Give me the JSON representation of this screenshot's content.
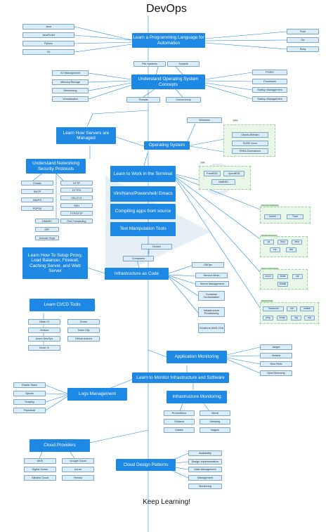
{
  "title": "DevOps",
  "footer": "Keep Learning!",
  "main": {
    "programming": "Learn a Programming Language for Automation",
    "os_concepts": "Understand Operating System Concepts",
    "servers": "Learn How Servers are Managed",
    "operating_system": "Operating System",
    "networking": "Understand Networking Security Protocols",
    "terminal": "Learn to Work in the Terminal",
    "editors": "Vim/Nano/Powershell/ Emacs",
    "compiling": "Compiling apps from source",
    "text_tools": "Text Manipulation Tools",
    "proxy": "Learn How To Setup Proxy, Load Balancer, Firewall, Caching Server, and Web Server",
    "iac": "Infrastructure as Code",
    "cicd": "Learn CI/CD Tools",
    "app_monitoring": "Application Monitoring",
    "monitor_infra": "Learn to Monitor Infrastructure and Software",
    "logs": "Logs Management",
    "infra_monitoring": "Infrastructure Monitoring",
    "cloud_providers": "Cloud Providers",
    "design_patterns": "Cloud Design Patterns"
  },
  "lists": {
    "langs_left": [
      "Java",
      "JavaScript",
      "Python",
      "C#"
    ],
    "langs_right": [
      "Rust",
      "Go",
      "Ruby"
    ],
    "os_top": [
      "File Systems",
      "Sockets"
    ],
    "os_left": [
      "I/O Management",
      "Memory/Storage",
      "Networking",
      "Virtualization"
    ],
    "os_right": [
      "POSIX",
      "Processes",
      "Startup Management",
      "Startup Management"
    ],
    "os_bottom": [
      "Threads",
      "Concurrency"
    ],
    "windows": "Windows",
    "linux_group": "Linux",
    "linux": [
      "Ubuntu/Debian",
      "SUSE Linux",
      "RHEL/Derivatives"
    ],
    "unix_group": "Unix",
    "unix": [
      "FreeBSD",
      "OpenBSD",
      "NetBSD"
    ],
    "net_left": [
      "Emails",
      "SMTP",
      "IMAPS",
      "POP3S"
    ],
    "net_right": [
      "HTTP",
      "HTTPS",
      "SSL/TLS",
      "SSH",
      "FTP/SFTP",
      "Port Forwarding"
    ],
    "net_bottom": [
      "DMARC",
      "SPF",
      "Domain Keys"
    ],
    "docker": "Docker",
    "containers": "Containers",
    "iac_items": [
      "GitOps",
      "Service Mesh",
      "Secret Management",
      "Container Orchestration",
      "Infrastructure Provisioning",
      "Terraform AWS CDK"
    ],
    "cicd_items": [
      "Gitlab CI",
      "Drone",
      "Jenkins",
      "Team City",
      "Azure DevOps",
      "Github Actions",
      "Circle CI"
    ],
    "terminal_mult_group": "Terminal multiplexers",
    "terminal_mult": [
      "screen",
      "Tmux"
    ],
    "process_group": "Process Monitoring",
    "process": [
      "ps",
      "htop",
      "atop",
      "top",
      "lsof"
    ],
    "perf_group": "System Performance",
    "perf": [
      "nmon",
      "iostat",
      "sar",
      "vmstat"
    ],
    "network_group": "Network Tools",
    "network": [
      "Traceroute",
      "mtr",
      "netstat",
      "ping",
      "nmap",
      "dig",
      "scp"
    ],
    "app_mon": [
      "Jaeger",
      "Instana",
      "New Relic",
      "OpenTelemetry"
    ],
    "logs_items": [
      "Elastic Stack",
      "Splunk",
      "Graylog",
      "Papertrail"
    ],
    "infra_mon": [
      "Prometheus",
      "Monit",
      "Grafana",
      "Datadog",
      "Zabbix",
      "Nagios"
    ],
    "cloud": [
      "AWS",
      "Google Cloud",
      "Digital Ocean",
      "Azure",
      "Alibaba Cloud",
      "Heroku"
    ],
    "patterns": [
      "Availability",
      "Design Implementation",
      "Data Management",
      "Management",
      "Monitoring"
    ]
  }
}
